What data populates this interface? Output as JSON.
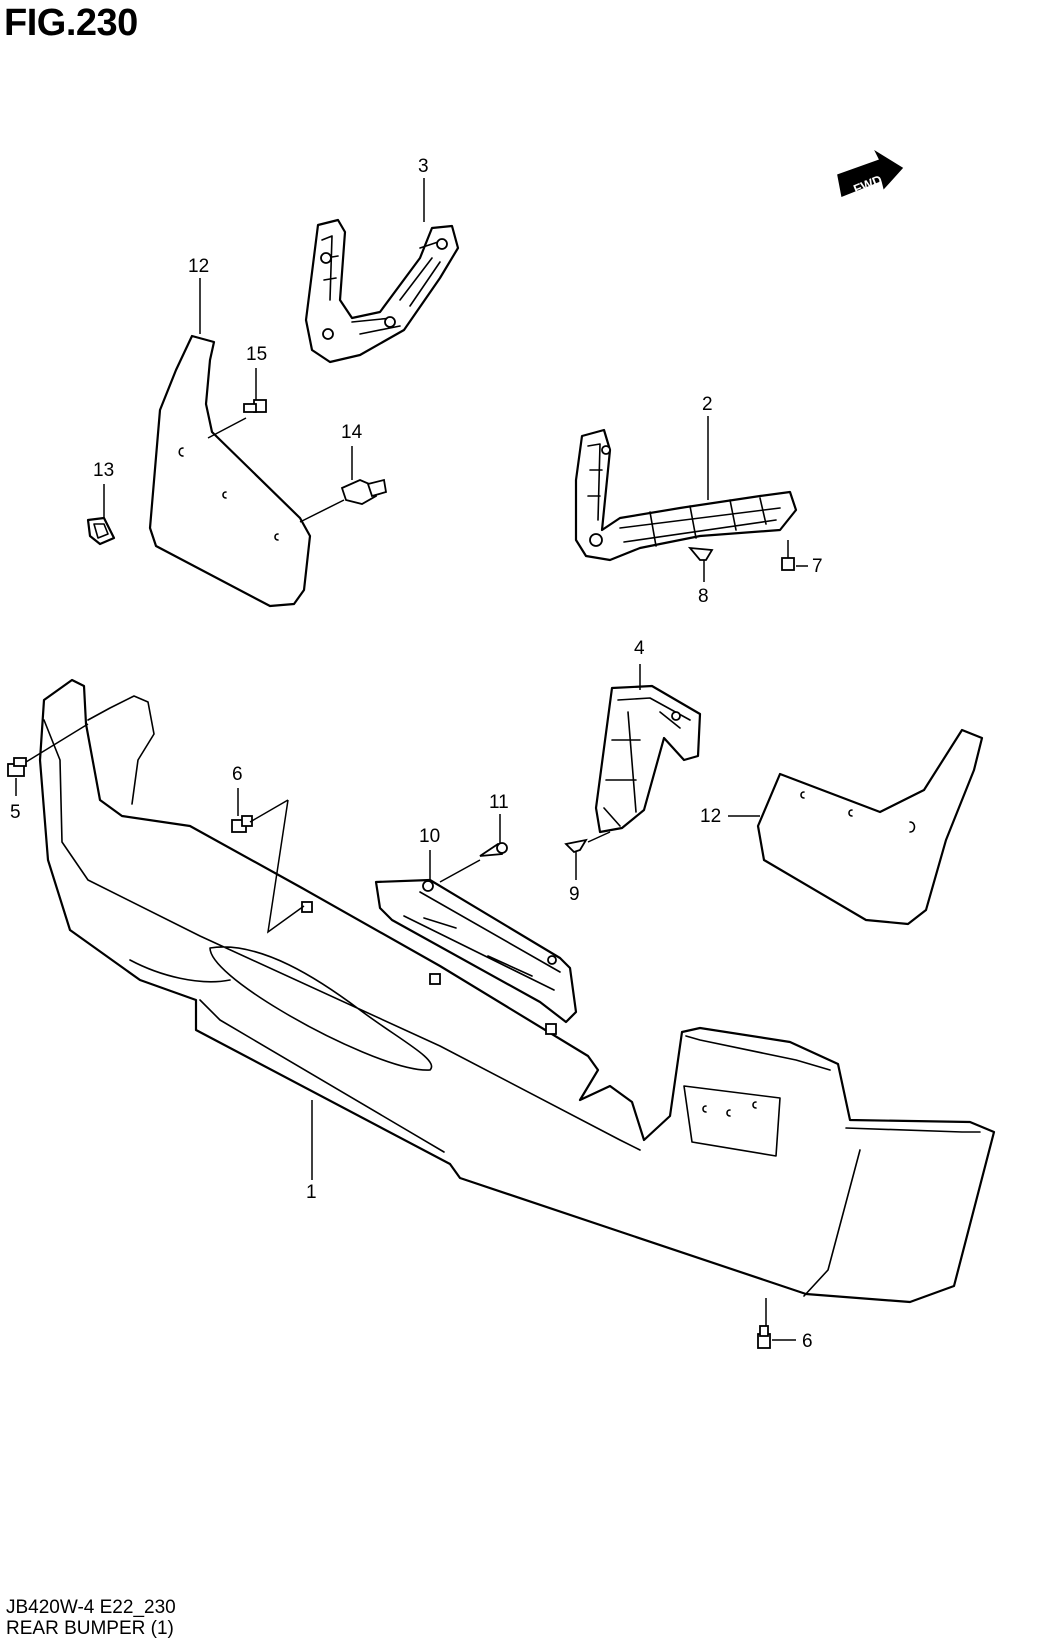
{
  "figure": {
    "title": "FIG.230"
  },
  "footer": {
    "code": "JB420W-4 E22_230",
    "title": "REAR BUMPER (1)"
  },
  "direction_badge": "FWD",
  "callouts": {
    "c1": "1",
    "c2": "2",
    "c3": "3",
    "c4": "4",
    "c5": "5",
    "c6a": "6",
    "c6b": "6",
    "c7": "7",
    "c8": "8",
    "c9": "9",
    "c10": "10",
    "c11": "11",
    "c12a": "12",
    "c12b": "12",
    "c13": "13",
    "c14": "14",
    "c15": "15"
  }
}
